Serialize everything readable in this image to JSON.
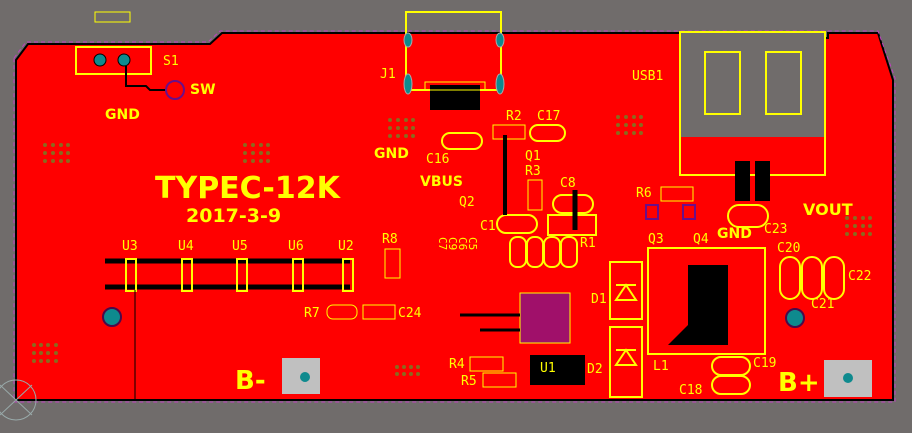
{
  "board": {
    "title": "TYPEC-12K",
    "date": "2017-3-9",
    "colors": {
      "copper": "#ff0000",
      "silkscreen": "#ffff00",
      "background": "#706c6b",
      "trace": "#000000",
      "pad": "#6a0f8a",
      "via": "#8a6a1e",
      "mounting_hole": "#0e8a8e",
      "outline": "#c040c0"
    }
  },
  "net_labels": {
    "gnd_left": "GND",
    "sw": "SW",
    "gnd_mid": "GND",
    "vbus": "VBUS",
    "vout": "VOUT",
    "gnd_right": "GND",
    "b_minus": "B-",
    "b_plus": "B+"
  },
  "designators": {
    "s1": "S1",
    "j1": "J1",
    "usb1": "USB1",
    "r2": "R2",
    "c17": "C17",
    "c16": "C16",
    "q1": "Q1",
    "r3": "R3",
    "q2": "Q2",
    "c8": "C8",
    "c1": "C1",
    "r1": "R1",
    "r6": "R6",
    "q3": "Q3",
    "q4": "Q4",
    "c23": "C23",
    "c20": "C20",
    "c22": "C22",
    "c21": "C21",
    "u3": "U3",
    "u4": "U4",
    "u5": "U5",
    "u6": "U6",
    "u2": "U2",
    "r8": "R8",
    "r7": "R7",
    "c24": "C24",
    "d1": "D1",
    "d2": "D2",
    "u1": "U1",
    "r4": "R4",
    "r5": "R5",
    "l1": "L1",
    "c18": "C18",
    "c19": "C19",
    "rot1": "C7",
    "rot2": "C9",
    "rot3": "C6",
    "rot4": "C5"
  }
}
